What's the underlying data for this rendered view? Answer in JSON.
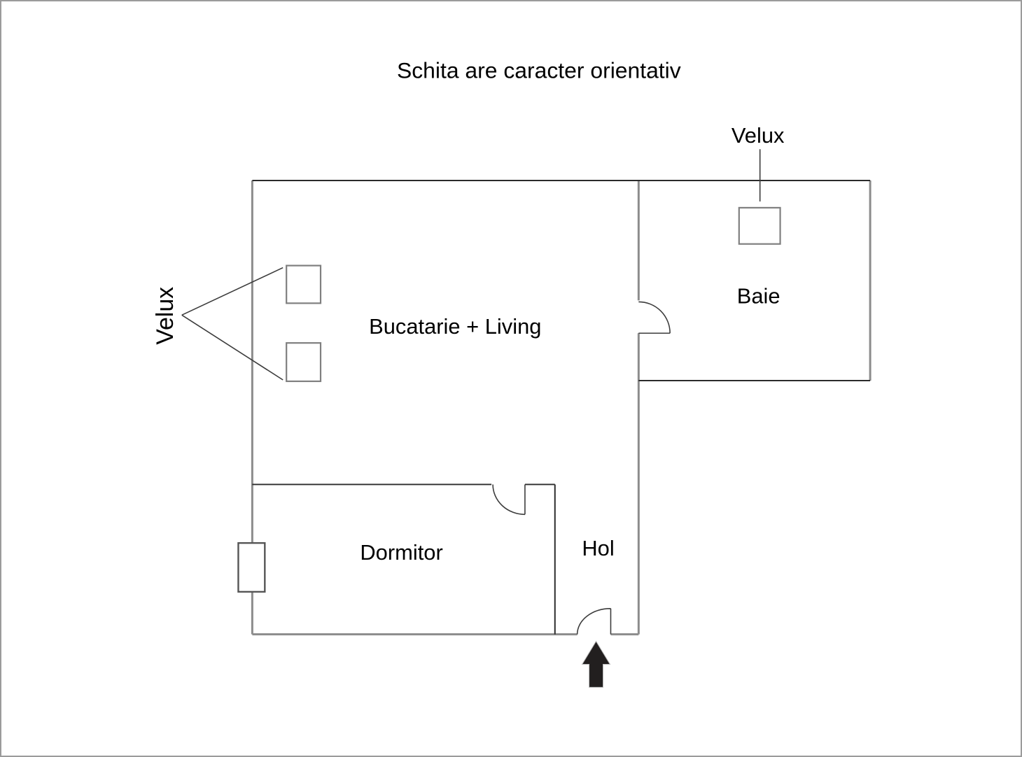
{
  "title": "Schita are caracter orientativ",
  "labels": {
    "velux_right": "Velux",
    "velux_left": "Velux",
    "kitchen_living": "Bucatarie + Living",
    "bathroom": "Baie",
    "bedroom": "Dormitor",
    "hall": "Hol"
  },
  "colors": {
    "wall_gray": "#8c8c8c",
    "wall_dark": "#2b2b2b",
    "thin_line": "#3c3c3c",
    "window_stroke": "#7f7f7f",
    "window_dark": "#555555",
    "text": "#000000",
    "arrow_fill": "#221f1f",
    "page_border": "#9b9b9b",
    "background": "#ffffff"
  }
}
